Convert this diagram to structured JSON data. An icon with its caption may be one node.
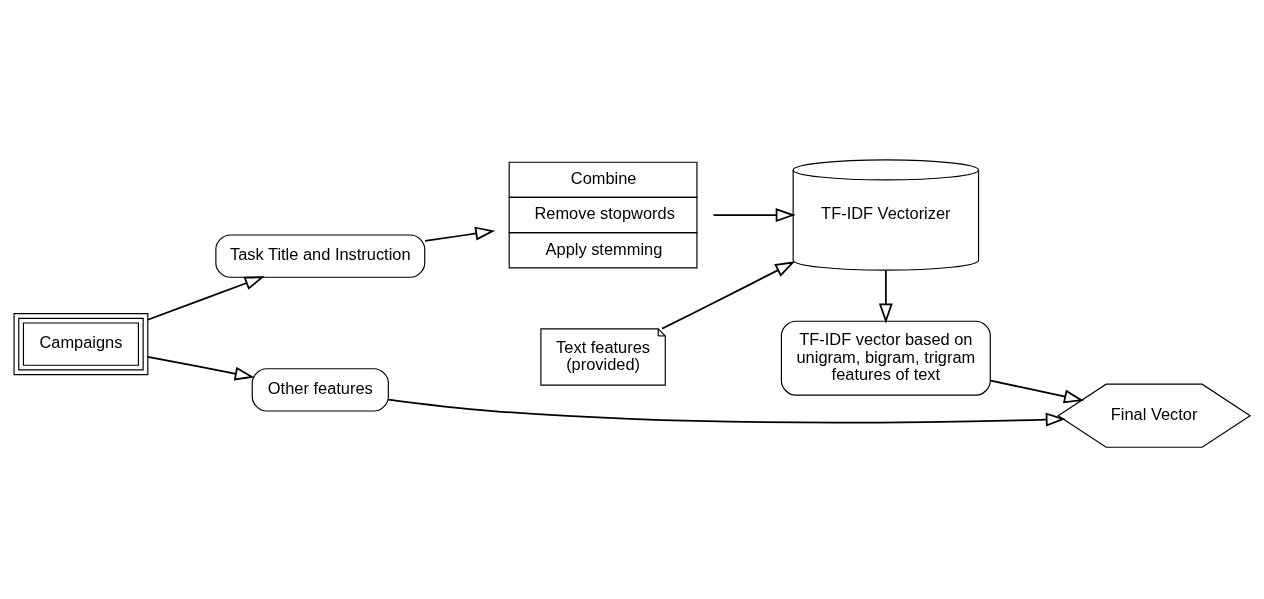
{
  "diagram": {
    "nodes": [
      {
        "text": [
          "Campaigns"
        ]
      },
      {
        "text": [
          "Task Title and Instruction"
        ]
      },
      {
        "text": [
          "Combine",
          "Remove stopwords",
          "Apply stemming"
        ]
      },
      {
        "text": [
          "Other features"
        ]
      },
      {
        "text": [
          "TF-IDF Vectorizer"
        ]
      },
      {
        "text": [
          "Text features (provided)"
        ]
      },
      {
        "text": [
          "TF-IDF vector based on unigram, bigram, trigram features of text"
        ]
      },
      {
        "text": [
          "Final Vector"
        ]
      }
    ],
    "edges": [
      {
        "from": 0,
        "to": 1,
        "arrow": "to"
      },
      {
        "from": 1,
        "to": 2,
        "arrow": "to"
      },
      {
        "from": 0,
        "to": 3,
        "arrow": "to"
      },
      {
        "from": 2,
        "to": 4,
        "arrow": "to"
      },
      {
        "from": 5,
        "to": 4,
        "arrow": "to"
      },
      {
        "from": 4,
        "to": 6,
        "arrow": "to"
      },
      {
        "from": 3,
        "to": 7,
        "arrow": "to"
      },
      {
        "from": 6,
        "to": 7,
        "arrow": "to"
      }
    ]
  }
}
